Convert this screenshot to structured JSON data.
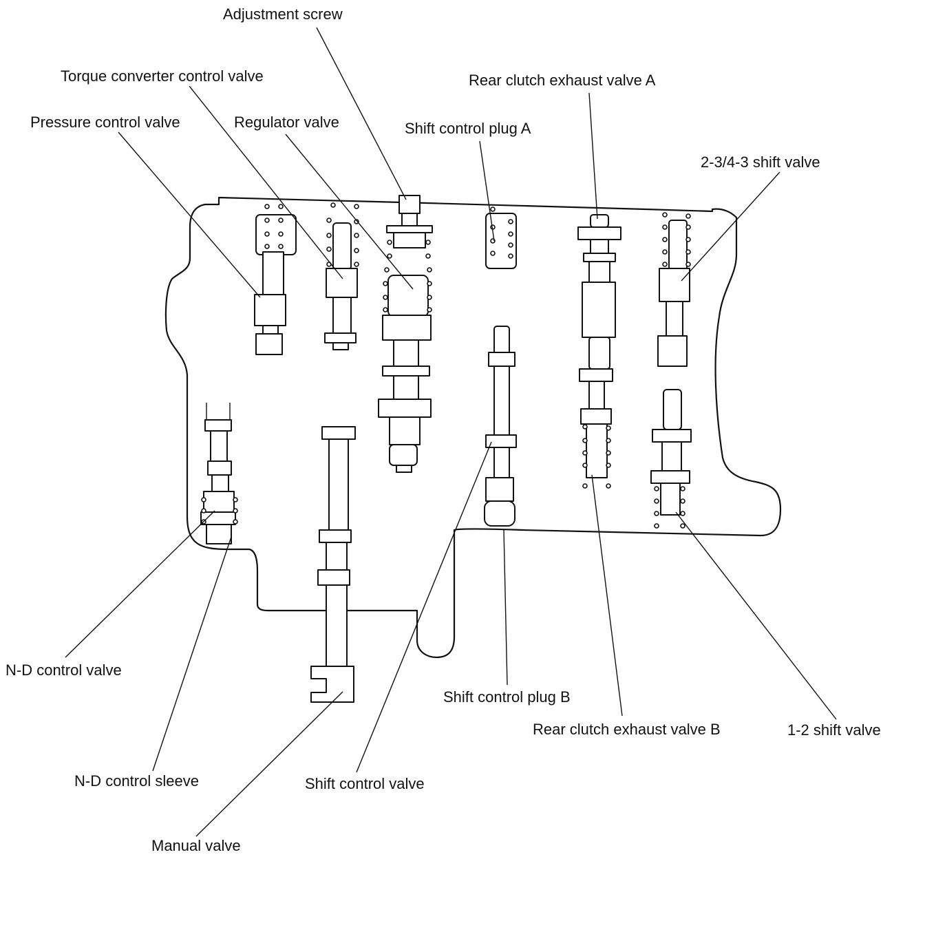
{
  "labels": {
    "adjustment_screw": "Adjustment screw",
    "torque_converter_control_valve": "Torque converter control valve",
    "pressure_control_valve": "Pressure control valve",
    "regulator_valve": "Regulator valve",
    "shift_control_plug_a": "Shift control plug A",
    "rear_clutch_exhaust_valve_a": "Rear clutch exhaust valve A",
    "shift_valve_23_43": "2-3/4-3 shift valve",
    "nd_control_valve": "N-D control valve",
    "nd_control_sleeve": "N-D control sleeve",
    "manual_valve": "Manual valve",
    "shift_control_valve": "Shift control valve",
    "shift_control_plug_b": "Shift control plug B",
    "rear_clutch_exhaust_valve_b": "Rear clutch exhaust valve B",
    "shift_valve_12": "1-2 shift valve"
  }
}
